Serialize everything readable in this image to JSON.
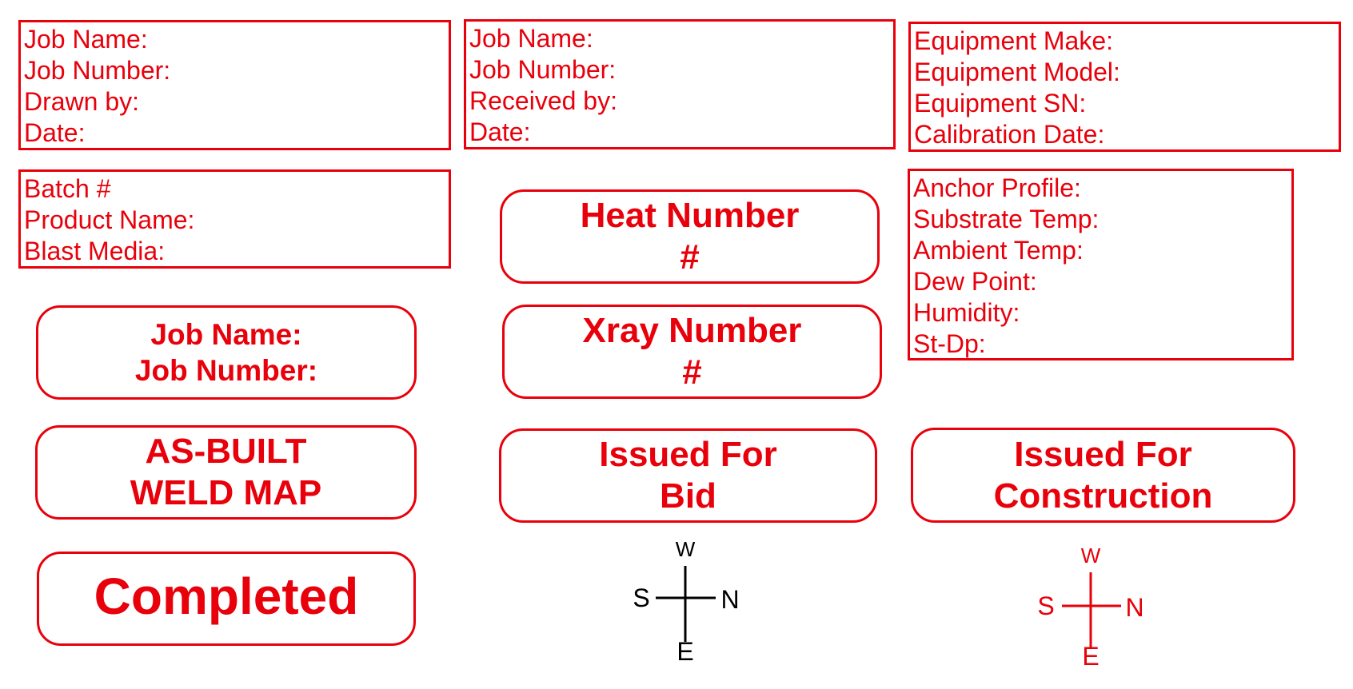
{
  "label_boxes": {
    "job_drawn": [
      "Job Name:",
      "Job Number:",
      "Drawn by:",
      "Date:"
    ],
    "job_received": [
      "Job Name:",
      "Job Number:",
      "Received by:",
      "Date:"
    ],
    "equipment": [
      "Equipment Make:",
      "Equipment Model:",
      "Equipment SN:",
      "Calibration Date:"
    ],
    "batch": [
      "Batch #",
      "Product Name:",
      "Blast Media:"
    ],
    "environment": [
      "Anchor Profile:",
      "Substrate Temp:",
      "Ambient Temp:",
      "Dew Point:",
      "Humidity:",
      "St-Dp:"
    ]
  },
  "stamps": {
    "heat_number": [
      "Heat Number",
      "#"
    ],
    "job_info": [
      "Job Name:",
      "Job Number:"
    ],
    "xray_number": [
      "Xray Number",
      "#"
    ],
    "as_built": [
      "AS-BUILT",
      "WELD MAP"
    ],
    "issued_bid": [
      "Issued For",
      "Bid"
    ],
    "issued_construction": [
      "Issued For",
      "Construction"
    ],
    "completed": [
      "Completed"
    ]
  },
  "compasses": {
    "black": {
      "top": "W",
      "left": "S",
      "right": "N",
      "bottom": "E",
      "color": "#000000"
    },
    "red": {
      "top": "W",
      "left": "S",
      "right": "N",
      "bottom": "E",
      "color": "#e8000b"
    }
  },
  "colors": {
    "stamp_red": "#e8000b",
    "compass_black": "#000000"
  }
}
